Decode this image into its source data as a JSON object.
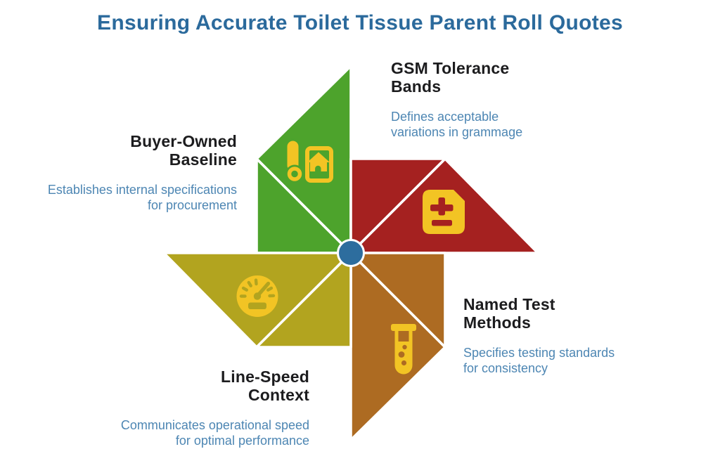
{
  "title": "Ensuring Accurate Toilet Tissue Parent Roll Quotes",
  "colors": {
    "title_blue": "#2B6A9C",
    "heading_black": "#1C1C1E",
    "description_blue": "#4D86B3",
    "icon_yellow": "#F2C424",
    "hub_blue": "#2D6D9E",
    "background": "#FFFFFF"
  },
  "sections": [
    {
      "id": "buyer-owned-baseline",
      "heading_line1": "Buyer-Owned",
      "heading_line2": "Baseline",
      "desc_line1": "Establishes internal specifications",
      "desc_line2": "for procurement",
      "blade_color": "#4DA32C",
      "icon": "wallpaper-roll-icon"
    },
    {
      "id": "gsm-tolerance-bands",
      "heading_line1": "GSM Tolerance",
      "heading_line2": "Bands",
      "desc_line1": "Defines acceptable",
      "desc_line2": "variations in grammage",
      "blade_color": "#A52120",
      "icon": "plus-minus-document-icon"
    },
    {
      "id": "named-test-methods",
      "heading_line1": "Named Test",
      "heading_line2": "Methods",
      "desc_line1": "Specifies testing standards",
      "desc_line2": "for consistency",
      "blade_color": "#AD6B22",
      "icon": "test-tube-icon"
    },
    {
      "id": "line-speed-context",
      "heading_line1": "Line-Speed",
      "heading_line2": "Context",
      "desc_line1": "Communicates operational speed",
      "desc_line2": "for optimal performance",
      "blade_color": "#B2A41F",
      "icon": "speedometer-icon"
    }
  ]
}
